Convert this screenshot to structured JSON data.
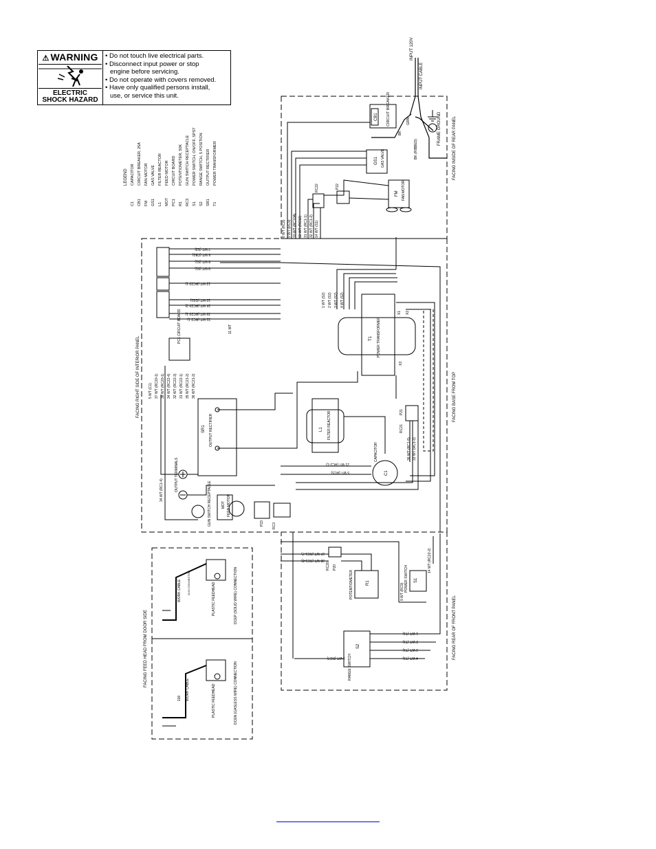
{
  "warning": {
    "title": "WARNING",
    "hazard_line1": "ELECTRIC",
    "hazard_line2": "SHOCK HAZARD",
    "items": [
      "• Do not touch live electrical parts.",
      "• Disconnect input power or stop",
      "  engine before servicing.",
      "• Do not operate with covers removed.",
      "• Have only qualified persons install,",
      "  use, or service this unit."
    ]
  },
  "legend": {
    "title": "LEGEND",
    "entries": [
      [
        "C1",
        "CAPACITOR"
      ],
      [
        "CB1",
        "CIRCUIT BREAKER, 25A"
      ],
      [
        "FM",
        "FAN MOTOR"
      ],
      [
        "GS1",
        "GAS VALVE"
      ],
      [
        "L1",
        "FILTER REACTOR"
      ],
      [
        "MOT",
        "FEED MOTOR"
      ],
      [
        "PC1",
        "CIRCUIT BOARD"
      ],
      [
        "R1",
        "POTENTIOMETER, 50K"
      ],
      [
        "RC3",
        "GUN SWITCH RECEPTACLE"
      ],
      [
        "S1",
        "POWER SWITCH, ON/OFF, SPST"
      ],
      [
        "S2",
        "RANGE SWITCH, 5 POSITION"
      ],
      [
        "SR1",
        "OUTPUT RECTIFIER"
      ],
      [
        "T1",
        "POWER TRANSFORMER"
      ]
    ]
  },
  "labels": {
    "input": "INPUT 120V",
    "input_cable": "INPUT CABLE",
    "cb1": "CB1",
    "circuit_breaker": "CIRCUIT BREAKER",
    "frame_ground": "FRAME GROUND",
    "facing_rear": "FACING INSIDE OF REAR PANEL",
    "gs1": "GS1",
    "gas_valve": "GAS VALVE",
    "fm": "FM",
    "fan_motor": "FAN MOTOR",
    "rc22": "RC22",
    "p22": "P22",
    "facing_interior": "FACING RIGHT SIDE OF INTERIOR PANEL",
    "pc1": "PC1 CIRCUIT BOARD",
    "t1": "T1",
    "power_transformer": "POWER TRANSFORMER",
    "sr1": "SR1",
    "output_rectifier": "OUTPUT RECTIFIER",
    "l1": "L1",
    "filter_reactor": "FILTER REACTOR",
    "capacitor": "CAPACITOR",
    "c1": "C1",
    "output_terminals": "OUTPUT TERMINALS",
    "mot": "MOT",
    "feed_motor": "FEED MOTOR",
    "gun_switch": "GUN SWITCH RECEPTACLE",
    "facing_base": "FACING BASE FROM TOP",
    "facing_front": "FACING REAR OF FRONT PANEL",
    "r1": "R1",
    "potentiometer": "POTENTIOMETER",
    "s1": "S1",
    "power_switch": "POWER SWITCH",
    "s2": "S2",
    "range_switch": "RANGE SWITCH",
    "facing_feed_head": "FACING FEED HEAD FROM DOOR SIDE",
    "work_cable": "WORK CABLE",
    "gun_connector": "GUN CONNECTOR",
    "plastic_feedhead": "PLASTIC FEEDHEAD",
    "dcep": "DCEP (SOLID WIRE) CONNECTION",
    "dcen": "DCEN (GASLESS WIRE) CONNECTION",
    "x1": "X1",
    "x2": "X2",
    "x3": "X3",
    "rc21": "RC21",
    "p21": "P21",
    "rc20": "RC20",
    "p20": "P20",
    "p23": "P23",
    "rc3": "RC3",
    "bk": "BK",
    "grn": "GRN",
    "bk_ribbed": "BK (RIBBED)",
    "wire_top": [
      "8 WT (RC8)",
      "9 WT (RC9)",
      "10 WT (RC10A)",
      "12 WT (RC12)",
      "31 WT (RC1-1)",
      "32 WT (RC1-2)",
      "14 WT (S1)"
    ],
    "wire_left": [
      "7 WT (S2)",
      "6 WT (CB1)",
      "8 WT (S1)",
      "9 WT (S1)",
      "12 WT (RC23-1)",
      "10 WT (GS1)",
      "24 WT (RC23-2)",
      "33 WT (RC23-1)",
      "21 WT (RC2-1)",
      "11 WT"
    ],
    "wire_pc": [
      "5 WT (C1)",
      "37 WT (RC20-1)",
      "38 WT (RC20-1)",
      "34 WT (RC22-4)",
      "32 WT (RC22-3)",
      "31 WT (RC22-1)",
      "35 WT (RC21-2)",
      "36 WT (RC21-2)"
    ],
    "wire_t1": [
      "1 WT (S2)",
      "2 WT (S2)",
      "3 WT (S2)",
      "4 WT (S2)"
    ],
    "wire_c1": [
      "21 WT (RC2-1)",
      "5 WT (RC5)",
      "34 WT (RC1-4)",
      "36 WT (RC1-5)",
      "33 WT (RC1-3)"
    ],
    "wire_front": [
      "37 WT (RC1-7)",
      "38 WT (RC1-8)",
      "9 WT (RC9)",
      "14 WT (RC22-2)",
      "1 WT (T1)",
      "2 WT (T1)",
      "3 WT (T1)",
      "4 WT (T1)",
      "7 WT (RC7)"
    ],
    "feed_100": "100"
  }
}
